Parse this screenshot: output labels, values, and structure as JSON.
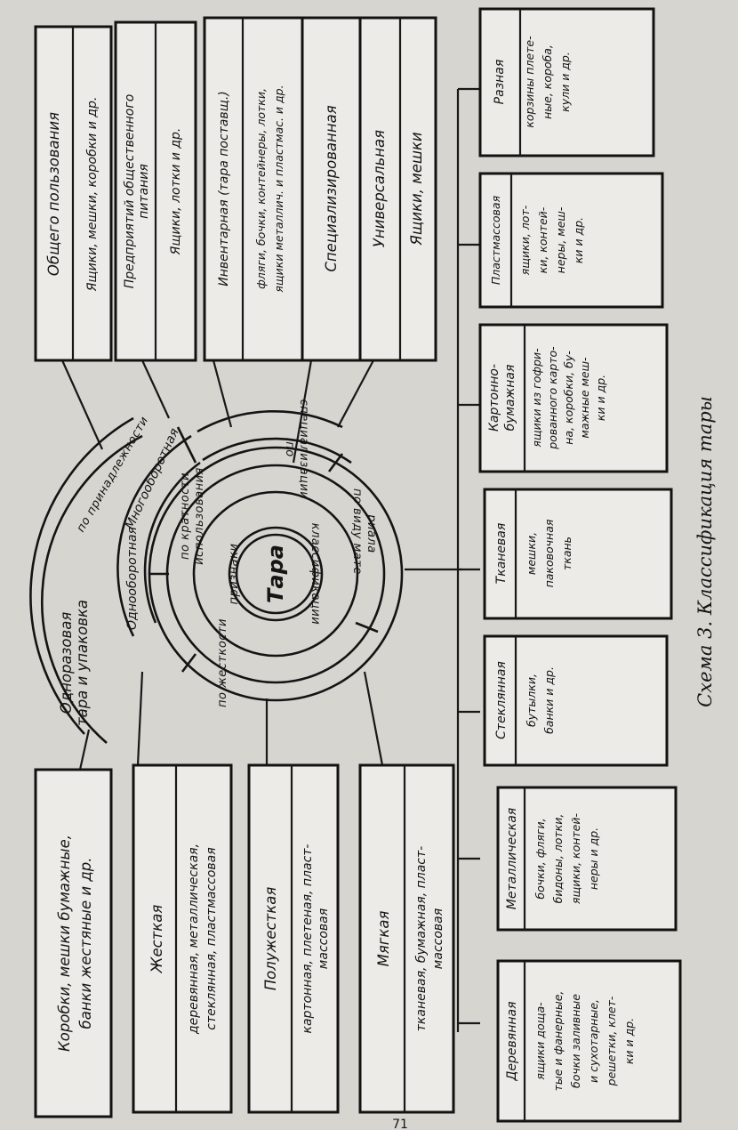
{
  "center": "Тара",
  "rings": {
    "priznaki": "признаки",
    "klassifikacii": "классификации",
    "po_zhestkosti": "по жесткости",
    "po_kratnosti_1": "по кратности",
    "po_kratnosti_2": "использования",
    "po_prinadlezhnosti": "по принадлежности",
    "po_specializacii_1": "по",
    "po_specializacii_2": "специализации",
    "po_vidu_1": "по виду мате-",
    "po_vidu_2": "риала",
    "odnorazovaya_1": "Одноразовая",
    "odnorazovaya_2": "тара и упаковка",
    "odnooborotnaya": "Однооборотная",
    "mnogooborotnaya": "Многооборотная"
  },
  "left_boxes": [
    {
      "title": "Коробки, мешки бумажные,",
      "body": "банки жестяные и др."
    },
    {
      "title": "Жесткая",
      "body": "деревянная, металлическая,",
      "body2": "стеклянная, пластмассовая"
    },
    {
      "title": "Полужесткая",
      "body": "картонная, плетеная, пласт-",
      "body2": "массовая"
    },
    {
      "title": "Мягкая",
      "body": "тканевая, бумажная, пласт-",
      "body2": "массовая"
    }
  ],
  "right_boxes": [
    {
      "title": "Общего пользования",
      "body": "Ящики, мешки, коробки и др."
    },
    {
      "title": "Предприятий общественного",
      "title2": "питания",
      "body": "Ящики, лотки и др."
    },
    {
      "title": "Инвентарная (тара поставщ.)",
      "body": "фляги, бочки, контейнеры, лотки,",
      "body2": "ящики металлич. и пластмас. и др."
    },
    {
      "title": "Специализированная",
      "body": ""
    },
    {
      "title": "Универсальная",
      "body": "Ящики, мешки"
    }
  ],
  "bottom_boxes": [
    {
      "title": "Деревянная",
      "lines": [
        "ящики доща-",
        "тые и фанерные,",
        "бочки заливные",
        "и сухотарные,",
        "решетки, клет-",
        "ки и др."
      ]
    },
    {
      "title": "Металлическая",
      "lines": [
        "бочки, фляги,",
        "бидоны, лотки,",
        "ящики, контей-",
        "неры и др."
      ]
    },
    {
      "title": "Стеклянная",
      "lines": [
        "бутылки,",
        "банки и др."
      ]
    },
    {
      "title": "Тканевая",
      "lines": [
        "мешки,",
        "паковочная",
        "ткань"
      ]
    },
    {
      "title": "Картонно-",
      "title2": "бумажная",
      "lines": [
        "ящики из гофри-",
        "рованного карто-",
        "на, коробки, бу-",
        "мажные меш-",
        "ки и др."
      ]
    },
    {
      "title": "Пластмассовая",
      "lines": [
        "ящики, лот-",
        "ки, контей-",
        "неры, меш-",
        "ки и др."
      ]
    },
    {
      "title": "Разная",
      "lines": [
        "корзины плете-",
        "ные, короба,",
        "кули и др."
      ]
    }
  ],
  "caption": "Схема 3. Классификация тары",
  "page_number": "71"
}
